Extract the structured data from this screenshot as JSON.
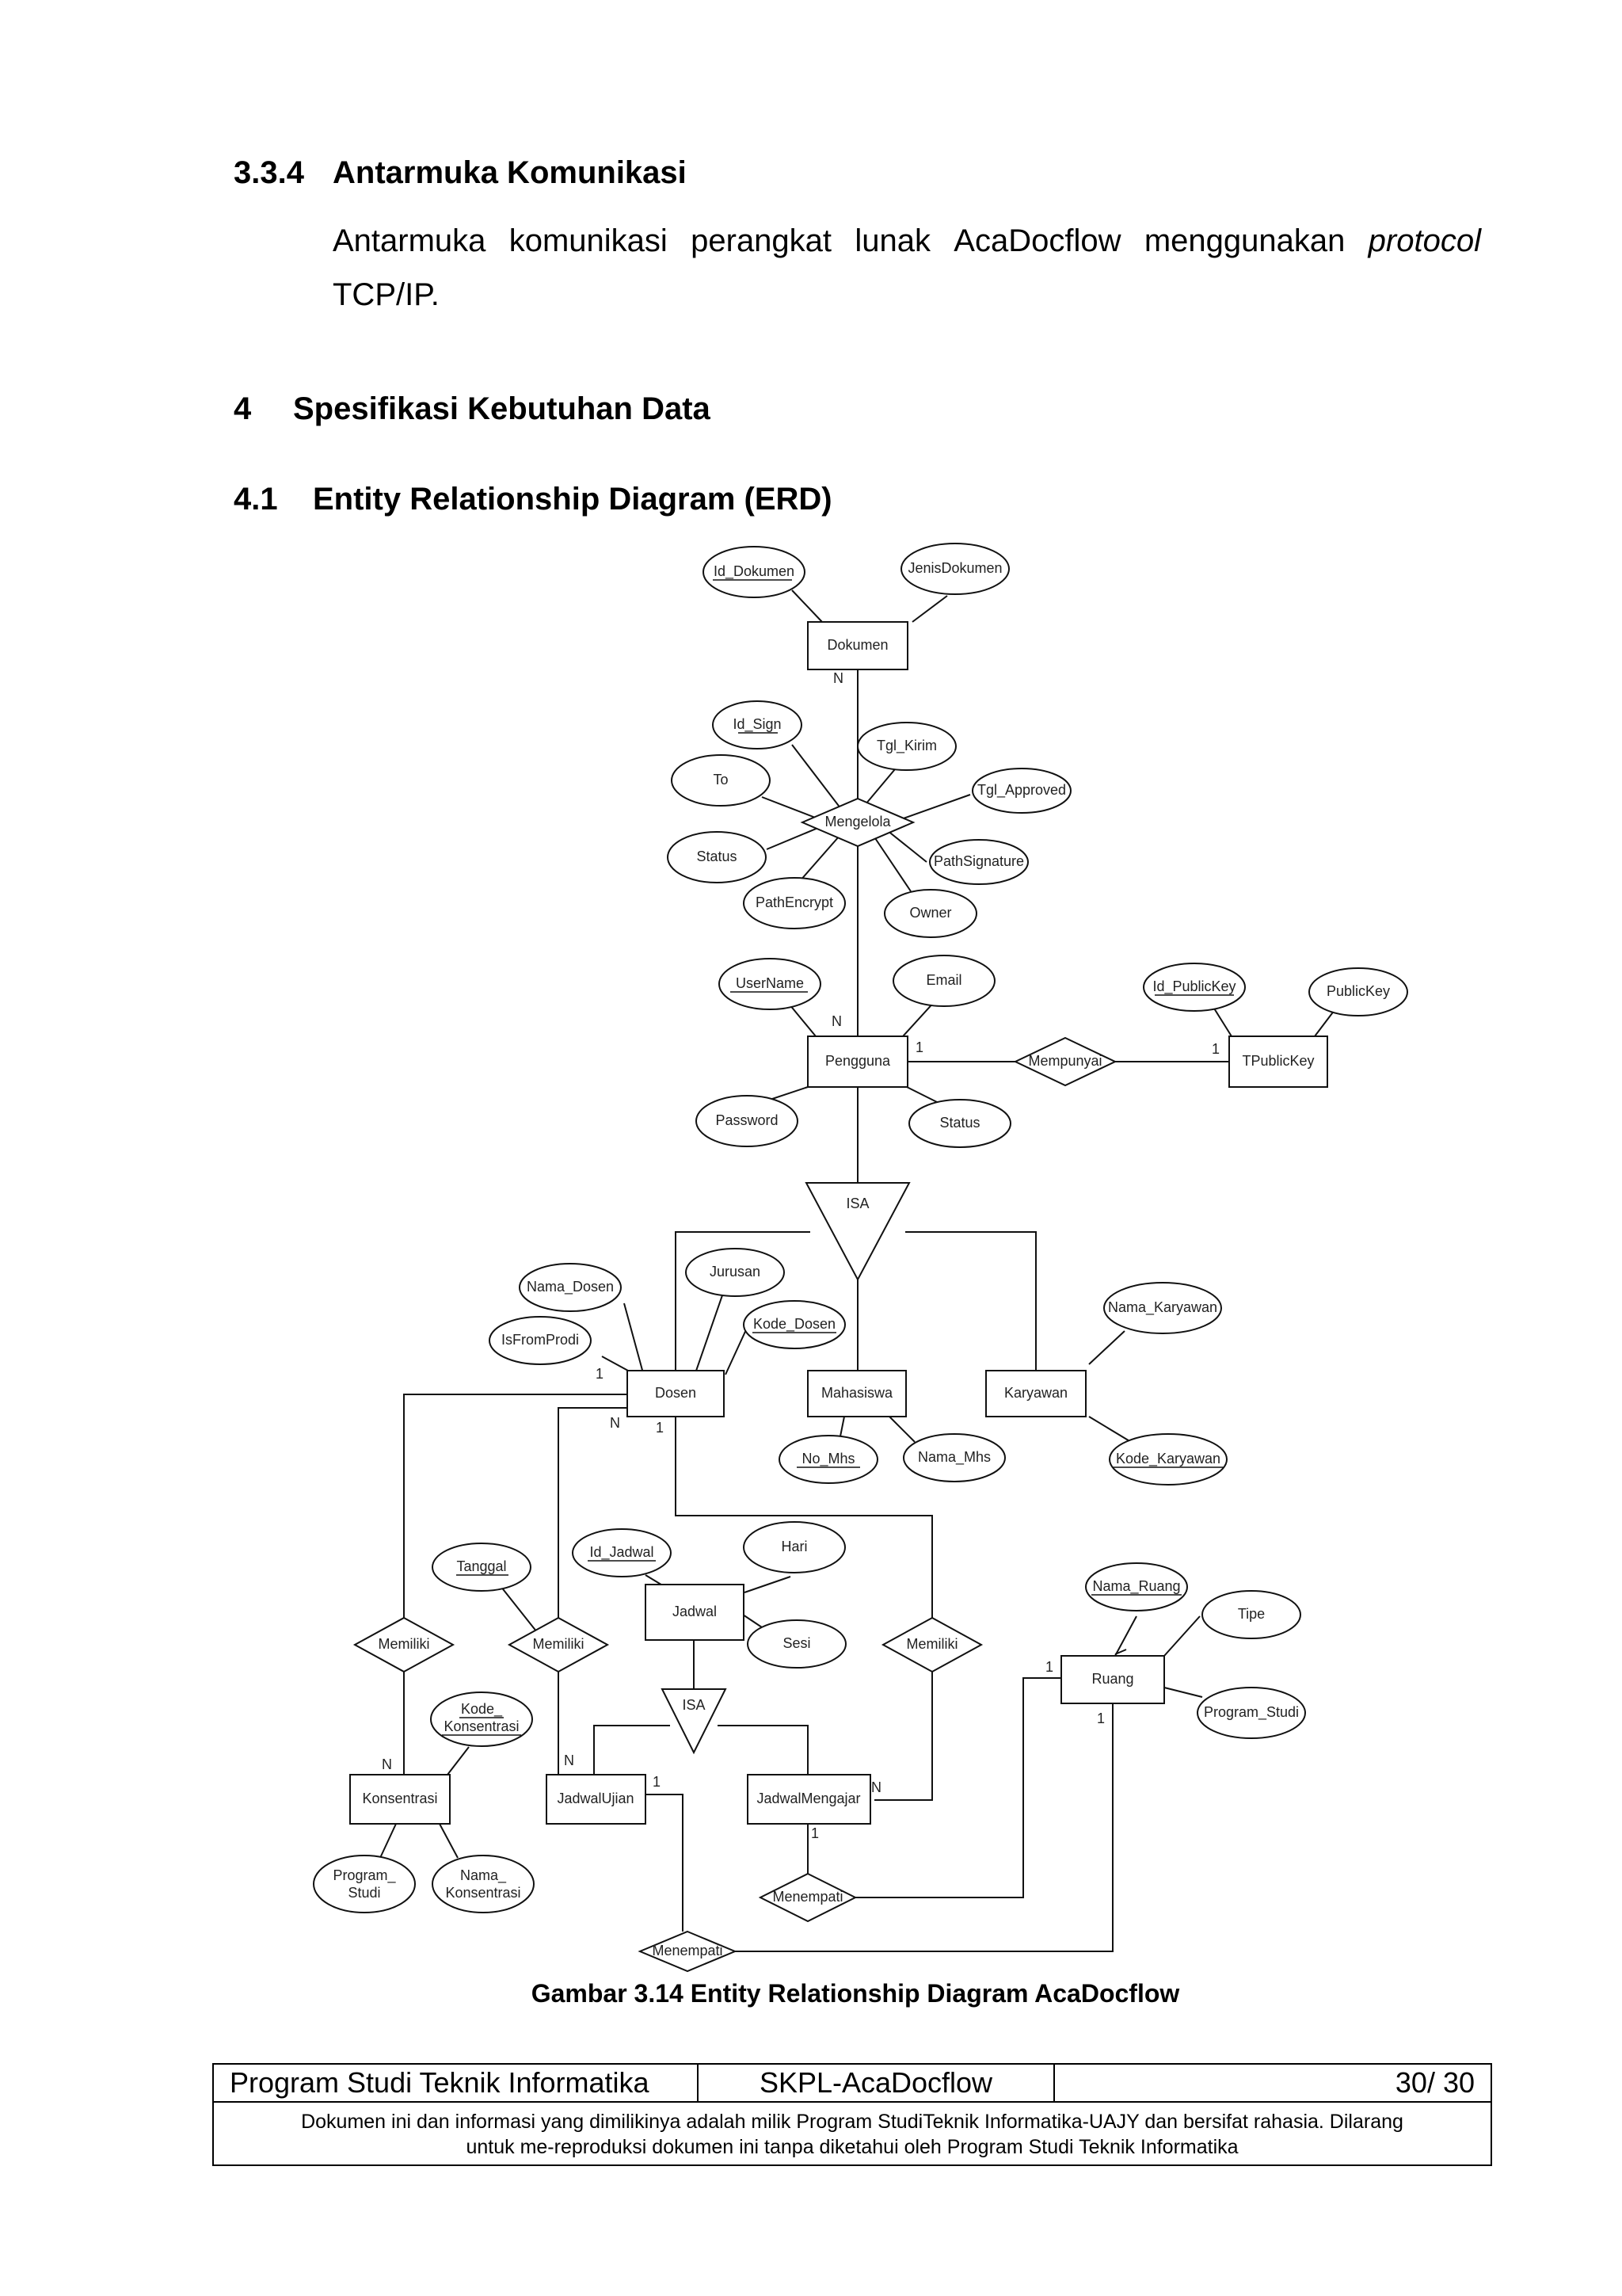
{
  "sections": {
    "s334": {
      "number": "3.3.4",
      "title": "Antarmuka Komunikasi"
    },
    "s4": {
      "number": "4",
      "title": "Spesifikasi Kebutuhan Data"
    },
    "s41": {
      "number": "4.1",
      "title": "Entity Relationship Diagram (ERD)"
    }
  },
  "paragraph": {
    "w1": "Antarmuka",
    "w2": "komunikasi",
    "w3": "perangkat",
    "w4": "lunak",
    "w5": "AcaDocflow",
    "w6": "menggunakan",
    "w7": "protocol",
    "line2": "TCP/IP."
  },
  "erd": {
    "entities": {
      "dokumen": "Dokumen",
      "pengguna": "Pengguna",
      "tpublickey": "TPublicKey",
      "dosen": "Dosen",
      "mahasiswa": "Mahasiswa",
      "karyawan": "Karyawan",
      "jadwal": "Jadwal",
      "ruang": "Ruang",
      "konsentrasi": "Konsentrasi",
      "jadwalujian": "JadwalUjian",
      "jadwalmengajar": "JadwalMengajar"
    },
    "relationships": {
      "mengelola": "Mengelola",
      "mempunyai": "Mempunyai",
      "memiliki1": "Memiliki",
      "memiliki2": "Memiliki",
      "memiliki3": "Memiliki",
      "menempati1": "Menempati",
      "menempati2": "Menempati"
    },
    "isa": {
      "isa1": "ISA",
      "isa2": "ISA"
    },
    "attributes": {
      "id_dokumen": "Id_Dokumen",
      "jenisdokumen": "JenisDokumen",
      "id_sign": "Id_Sign",
      "tgl_kirim": "Tgl_Kirim",
      "to": "To",
      "tgl_approved": "Tgl_Approved",
      "status1": "Status",
      "pathsignature": "PathSignature",
      "pathencrypt": "PathEncrypt",
      "owner": "Owner",
      "username": "UserName",
      "email": "Email",
      "password": "Password",
      "status2": "Status",
      "id_publickey": "Id_PublicKey",
      "publickey": "PublicKey",
      "nama_dosen": "Nama_Dosen",
      "jurusan": "Jurusan",
      "kode_dosen": "Kode_Dosen",
      "isfromprodi": "IsFromProdi",
      "nama_karyawan": "Nama_Karyawan",
      "kode_karyawan": "Kode_Karyawan",
      "no_mhs": "No_Mhs",
      "nama_mhs": "Nama_Mhs",
      "tanggal": "Tanggal",
      "id_jadwal": "Id_Jadwal",
      "hari": "Hari",
      "sesi": "Sesi",
      "nama_ruang": "Nama_Ruang",
      "tipe": "Tipe",
      "program_studi_r": "Program_Studi",
      "kode_konsentrasi_1": "Kode_",
      "kode_konsentrasi_2": "Konsentrasi",
      "program_studi_k1": "Program_",
      "program_studi_k2": "Studi",
      "nama_konsentrasi_1": "Nama_",
      "nama_konsentrasi_2": "Konsentrasi"
    },
    "cardinalities": {
      "dok_n": "N",
      "peng_n": "N",
      "peng_1": "1",
      "tpk_1": "1",
      "dos_1a": "1",
      "dos_n": "N",
      "dos_1b": "1",
      "kons_n": "N",
      "ju_n": "N",
      "ju_1": "1",
      "jm_n": "N",
      "jm_1": "1",
      "ruang_1a": "1",
      "ruang_1b": "1"
    }
  },
  "caption": "Gambar 3.14 Entity Relationship Diagram AcaDocflow",
  "footer": {
    "program": "Program Studi Teknik Informatika",
    "doc": "SKPL-AcaDocflow",
    "page": "30/ 30",
    "notice_line1": "Dokumen ini dan informasi yang dimilikinya adalah milik Program StudiTeknik  Informatika-UAJY dan bersifat rahasia. Dilarang",
    "notice_line2": "untuk me-reproduksi dokumen ini tanpa diketahui oleh Program Studi Teknik Informatika"
  }
}
